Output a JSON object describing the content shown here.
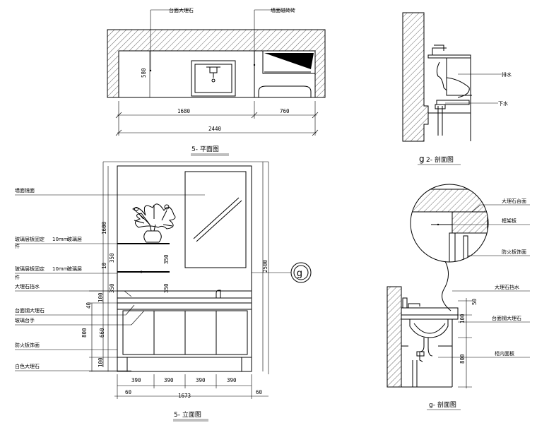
{
  "plan": {
    "label_counter_marble": "台面大理石",
    "label_wall_tile": "墙面磁砖砖",
    "dim_depth": "580",
    "dim_left": "1680",
    "dim_right": "760",
    "dim_total": "2440",
    "title": "5- 平面图"
  },
  "elevation": {
    "label_wall_mirror": "墙面镜面",
    "label_glass_shelf_1": "玻璃层板固定",
    "label_glass_shelf_1b": "件",
    "label_glass_1_thk": "10mm",
    "label_glass_1_mat": "玻璃层",
    "label_glass_shelf_2": "玻璃层板固定",
    "label_glass_shelf_2b": "件",
    "label_glass_2_thk": "10mm",
    "label_glass_2_mat": "玻璃层",
    "label_marble_skirt": "大理石挡水",
    "label_counter_marble": "台面钢大理石",
    "label_mixer": "玻璃台手",
    "label_cabinet_face": "防火板饰面",
    "label_base_marble": "白色大理石",
    "dim_1600": "1600",
    "dim_350a": "350",
    "dim_10": "10",
    "dim_350b": "350",
    "dim_350c": "350",
    "dim_350d": "350",
    "dim_100a": "100",
    "dim_40": "40",
    "dim_660": "660",
    "dim_800": "800",
    "dim_100b": "100",
    "dim_2500": "2500",
    "dim_390a": "390",
    "dim_390b": "390",
    "dim_390c": "390",
    "dim_390d": "390",
    "dim_60a": "60",
    "dim_1673": "1673",
    "dim_60b": "60",
    "section_tag": "g",
    "title": "5- 立面图"
  },
  "section_small": {
    "label_pipe": "排水",
    "label_drain": "下水",
    "title_num": "g",
    "title": "2- 剖面图"
  },
  "section_main": {
    "label_marble_top": "大理石台面",
    "label_frame": "框架板",
    "label_fireboard": "防火板饰面",
    "label_marble_skirt": "大理石挡水",
    "label_counter_marble": "台面钢大理石",
    "label_cabinet_material": "柜内面板",
    "dim_50": "50",
    "dim_100": "100",
    "dim_800": "800",
    "title": "g- 剖面图"
  }
}
